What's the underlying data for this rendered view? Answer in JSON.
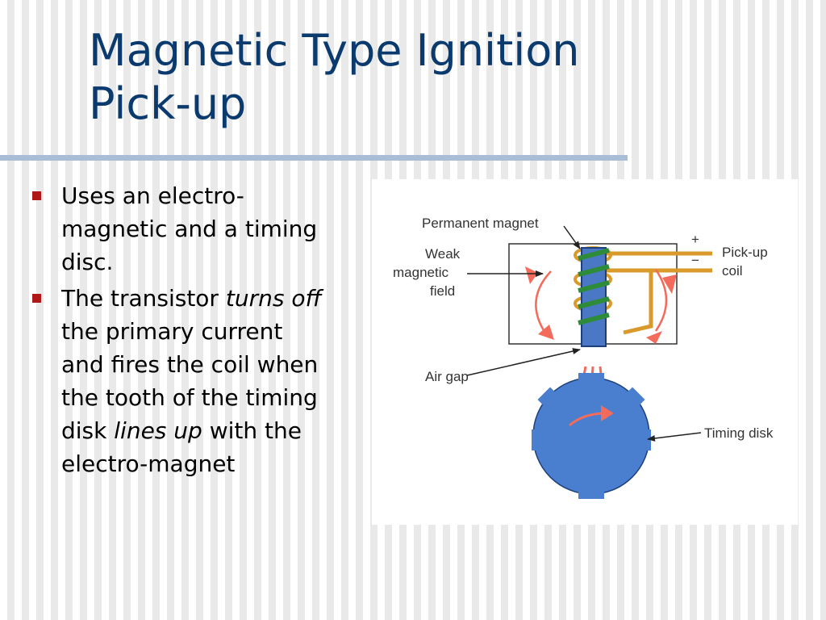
{
  "slide": {
    "title_line1": "Magnetic Type Ignition",
    "title_line2": "Pick-up",
    "bullets": {
      "b1": "Uses an electro-magnetic and a timing disc.",
      "b2_part1": "The transistor ",
      "b2_em1": "turns off",
      "b2_part2": " the primary current and fires the coil when the tooth of the timing disk ",
      "b2_em2": "lines up",
      "b2_part3": " with the electro-magnet"
    }
  },
  "diagram": {
    "permanent_magnet": "Permanent magnet",
    "weak_line1": "Weak",
    "weak_line2": "magnetic",
    "weak_line3": "field",
    "plus": "+",
    "minus": "−",
    "pickup_line1": "Pick-up",
    "pickup_line2": "coil",
    "air_gap": "Air gap",
    "timing_disk": "Timing disk"
  },
  "colors": {
    "title": "#0b3a6e",
    "bullet": "#b01818",
    "magnet": "#4a78c4",
    "disk": "#4a7fd0",
    "coil": "#2e8b3a",
    "arrow": "#f26b5b",
    "wire": "#d99a2b"
  }
}
